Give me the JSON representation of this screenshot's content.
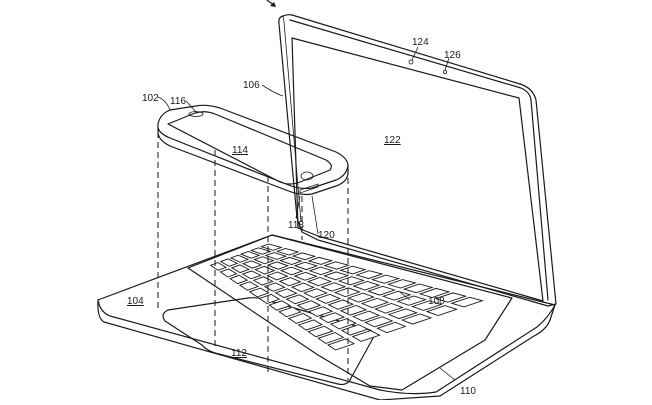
{
  "labels": {
    "phone": "102",
    "base": "104",
    "lid": "106",
    "keyboard": "108",
    "keyboard_front": "110",
    "touchpad": "112",
    "phone_screen": "114",
    "phone_speaker": "116",
    "phone_port": "118",
    "base_connector": "120",
    "display": "122",
    "camera": "124",
    "sensor": "126"
  },
  "keyboard": {
    "rows": 6,
    "cols": 13
  }
}
